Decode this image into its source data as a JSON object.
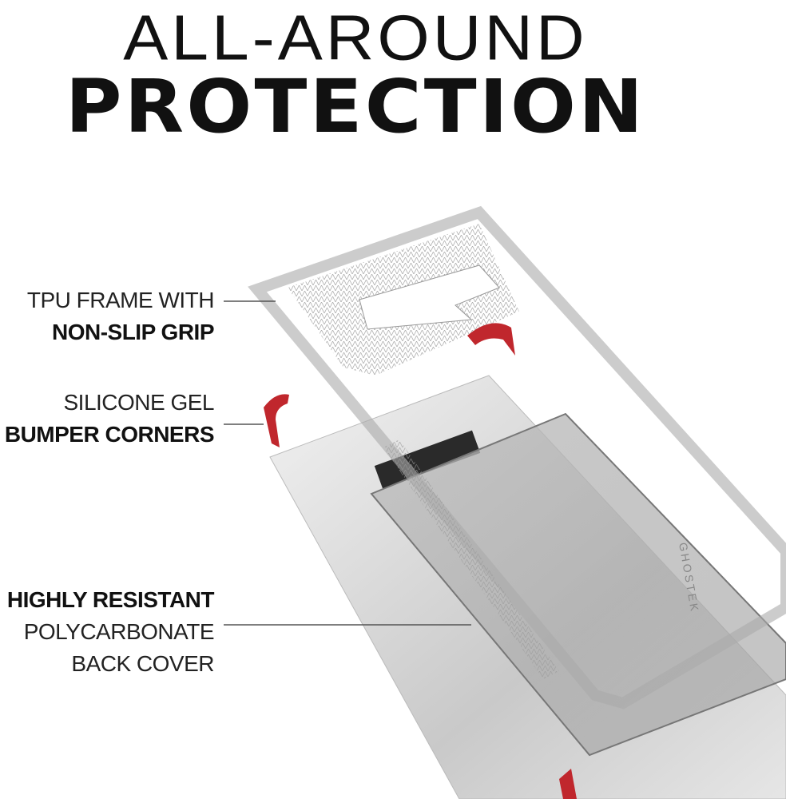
{
  "headline": {
    "line1": "ALL-AROUND",
    "line2": "PROTECTION"
  },
  "callouts": [
    {
      "line1": "TPU FRAME WITH",
      "line2": "NON-SLIP GRIP"
    },
    {
      "line1": "SILICONE GEL",
      "line2": "BUMPER CORNERS"
    },
    {
      "line1": "HIGHLY RESISTANT",
      "line2": "POLYCARBONATE",
      "line3": "BACK COVER"
    }
  ],
  "logo_text": "GHOSTEK",
  "colors": {
    "text": "#111111",
    "accent_red": "#c0272d",
    "case_gray": "#b9b9b9"
  }
}
